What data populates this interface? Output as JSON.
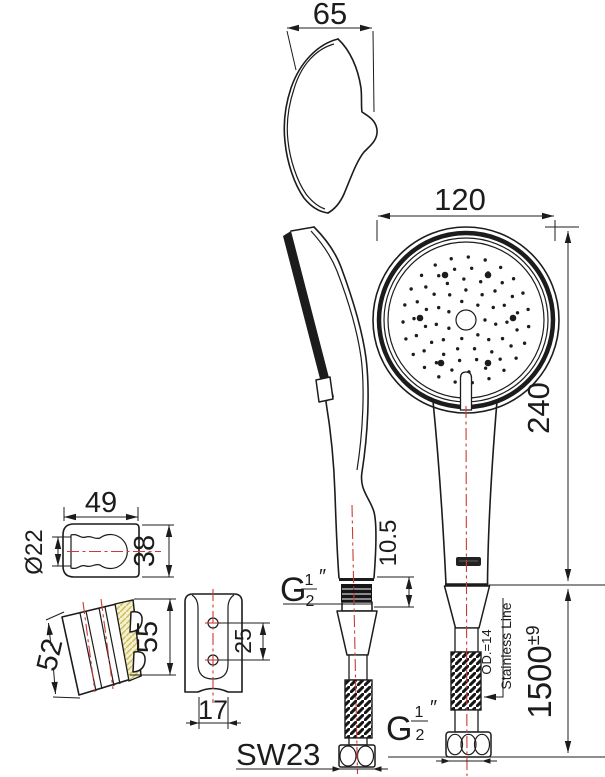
{
  "labels": {
    "dim65": "65",
    "dim120": "120",
    "dim240": "240",
    "dim105": "10.5",
    "dim49": "49",
    "dim_o22": "Ø22",
    "dim38": "38",
    "dim52": "52",
    "dim55": "55",
    "dim25": "25",
    "dim17": "17",
    "sw23": "SW23",
    "dim1500": "1500",
    "tol": "±9",
    "g": "G",
    "frac_num": "1",
    "frac_den": "2",
    "inch": "″",
    "note1": "Stainless Line",
    "note2": "OD.=14"
  },
  "colors": {
    "line": "#1c1c1c",
    "red": "#cc3a34",
    "hatch": "#cdbd5e",
    "hatch_bg": "#f5f0cd"
  }
}
